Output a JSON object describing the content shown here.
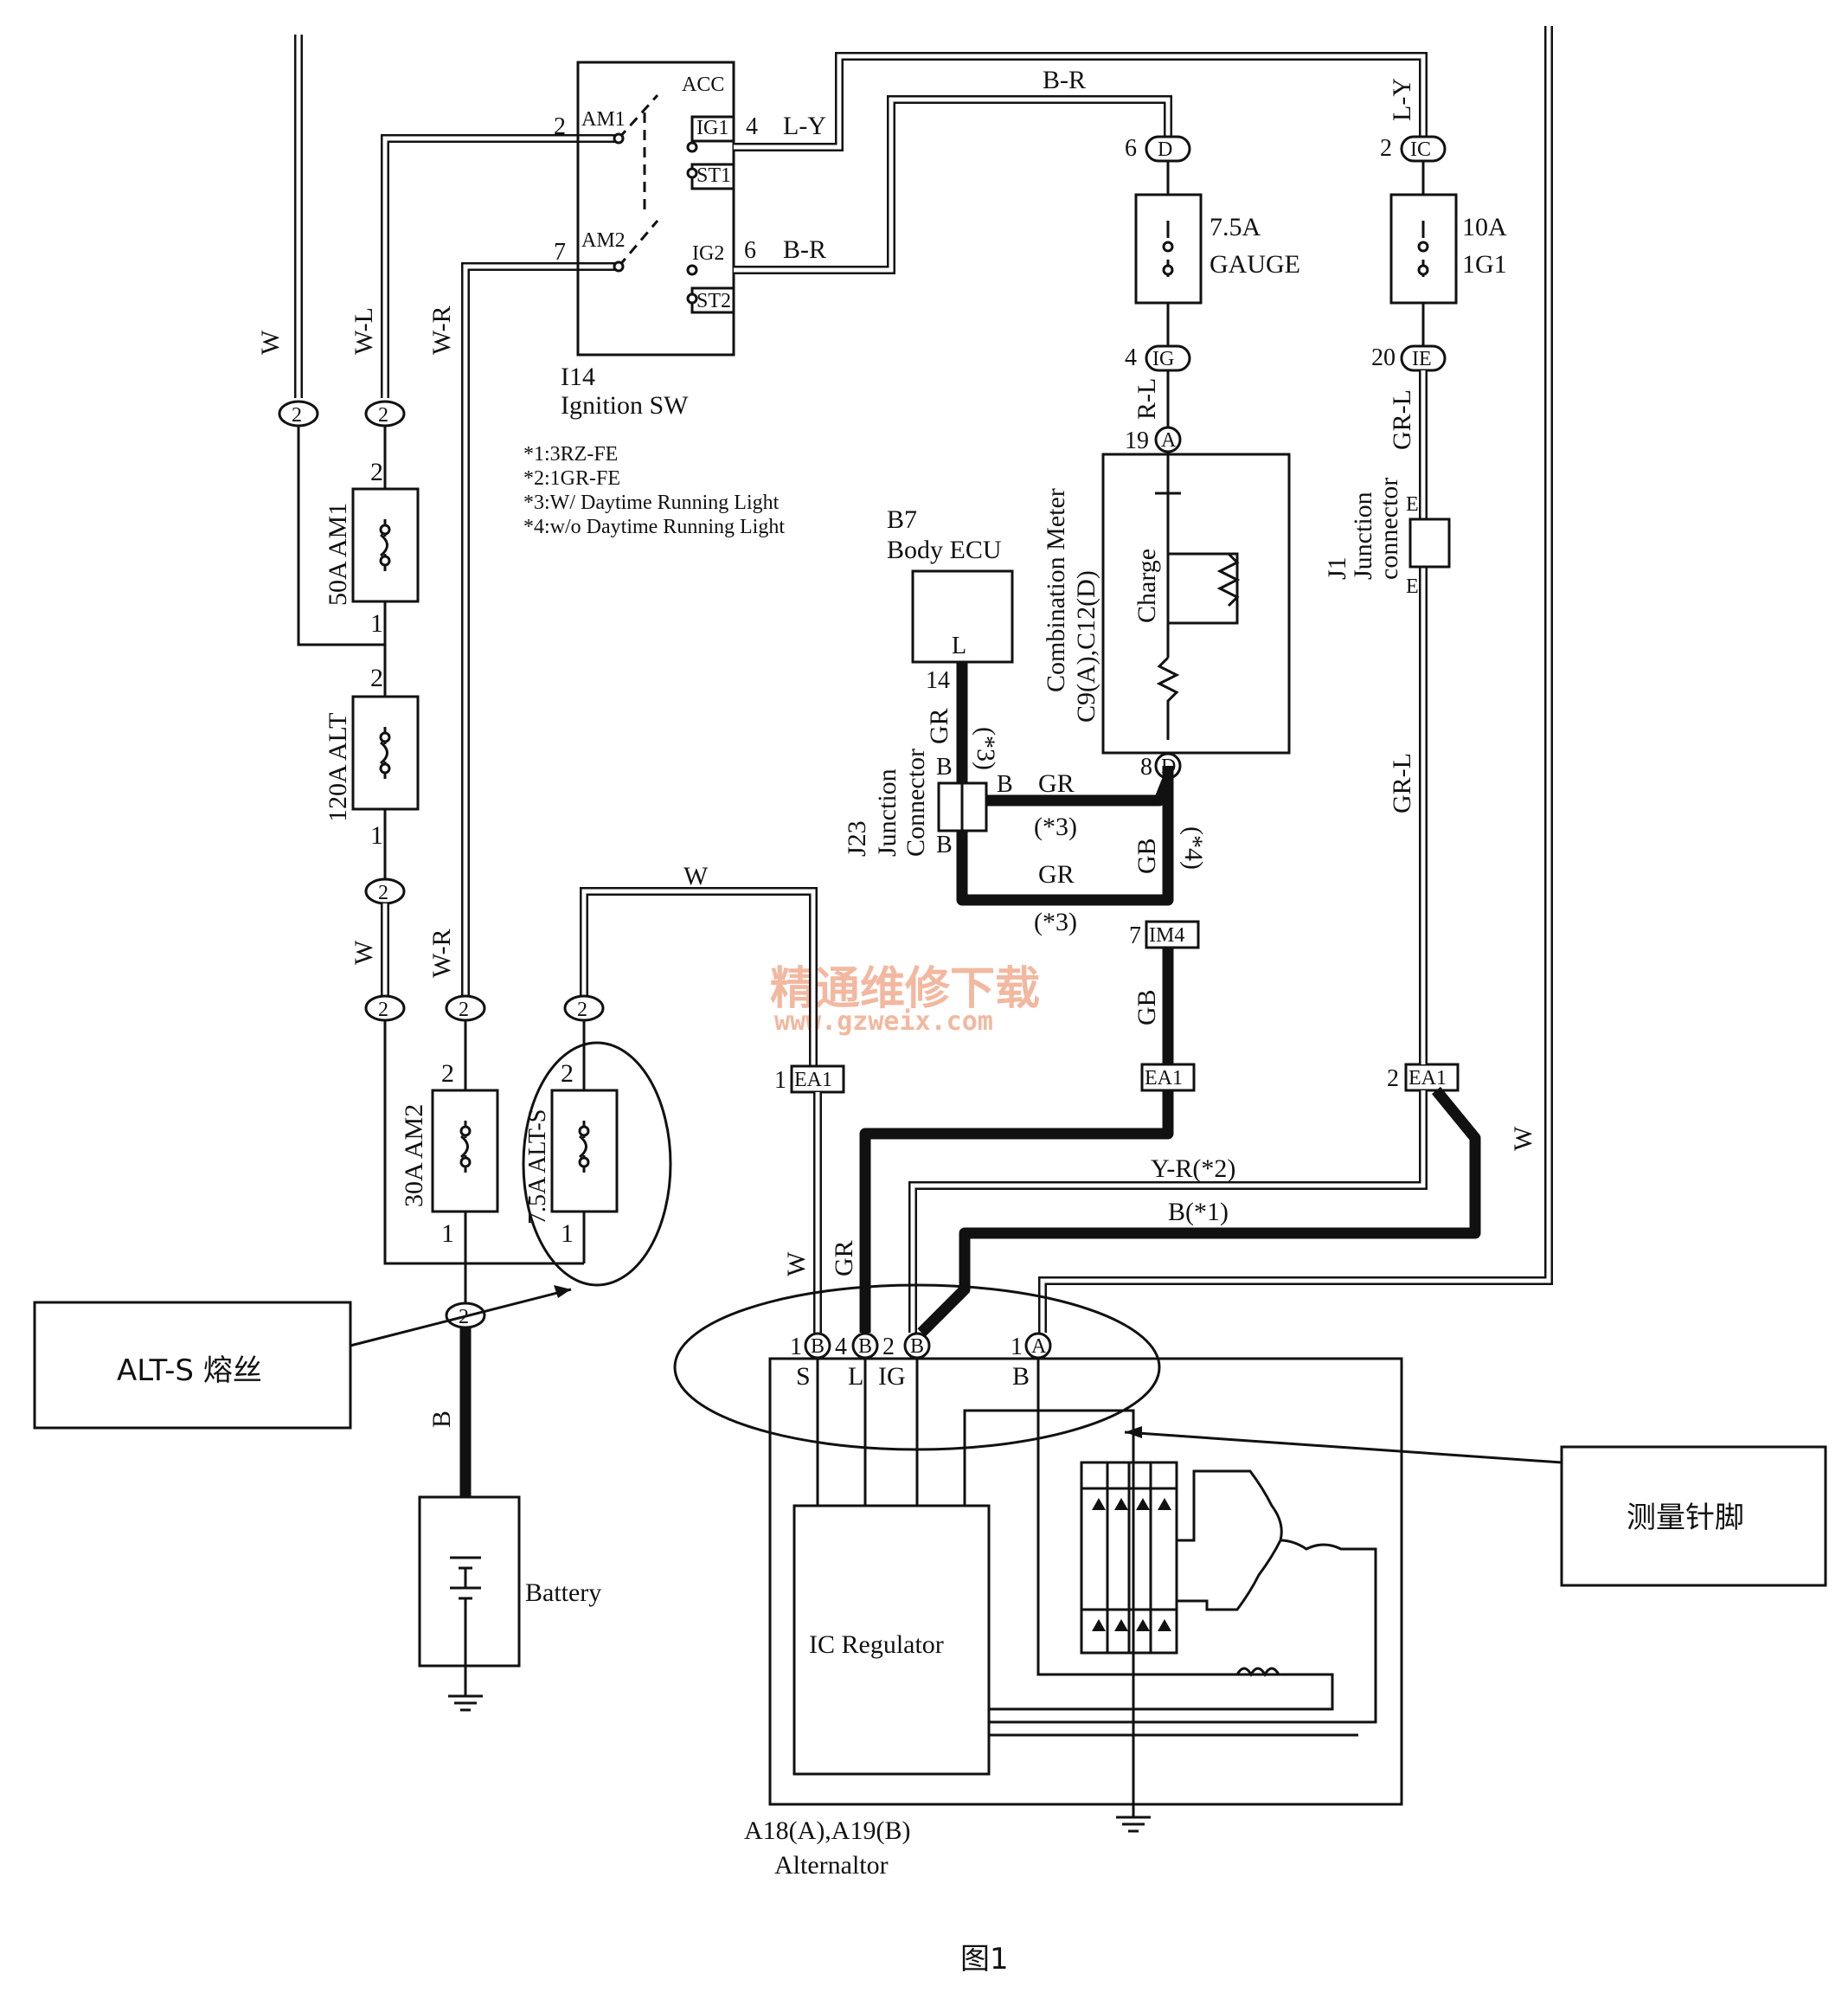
{
  "components": {
    "ignition_switch": {
      "id": "I14",
      "name": "Ignition SW",
      "terminals": [
        "AM1",
        "AM2",
        "ACC",
        "IG1",
        "ST1",
        "IG2",
        "ST2"
      ],
      "pins": [
        "2",
        "7",
        "4",
        "6"
      ]
    },
    "fuses": {
      "am1": {
        "rating": "50A AM1",
        "pin_top": "2",
        "pin_bottom": "1"
      },
      "alt": {
        "rating": "120A ALT",
        "pin_top": "2",
        "pin_bottom": "1"
      },
      "am2": {
        "rating": "30A AM2",
        "pin_top": "2",
        "pin_bottom": "1"
      },
      "alt_s": {
        "rating": "7.5A ALT-S",
        "pin_top": "2",
        "pin_bottom": "1"
      },
      "gauge": {
        "rating": "7.5A",
        "name": "GAUGE"
      },
      "ig1": {
        "rating": "10A",
        "name": "1G1"
      }
    },
    "body_ecu": {
      "id": "B7",
      "name": "Body ECU",
      "terminal": "L",
      "pin": "14"
    },
    "j23": {
      "id": "J23",
      "line1": "Junction",
      "line2": "Connector",
      "pin": "B"
    },
    "j1": {
      "id": "J1",
      "line1": "Junction",
      "line2": "connector",
      "pin": "E"
    },
    "meter": {
      "id": "C9(A),C12(D)",
      "name": "Combination Meter",
      "lamp": "Charge",
      "pin_top": "19",
      "conn_top": "A",
      "pin_bottom": "8",
      "conn_bottom": "D"
    },
    "battery": {
      "name": "Battery"
    },
    "alternator": {
      "id": "A18(A),A19(B)",
      "name": "Alternaltor",
      "regulator": "IC Regulator",
      "terminals": [
        "S",
        "L",
        "IG",
        "B"
      ],
      "pins": [
        "1",
        "4",
        "2",
        "1"
      ],
      "connectors": [
        "B",
        "B",
        "B",
        "A"
      ]
    }
  },
  "connectors": {
    "d": "D",
    "ig": "IG",
    "ic": "IC",
    "ie": "IE",
    "im4": "IM4",
    "ea1": "EA1",
    "two": "2",
    "pin_6": "6",
    "pin_4": "4",
    "pin_2": "2",
    "pin_20": "20",
    "pin_7": "7",
    "pin_1": "1"
  },
  "wires": {
    "w": "W",
    "wl": "W-L",
    "wr": "W-R",
    "ly": "L-Y",
    "br": "B-R",
    "rl": "R-L",
    "grl": "GR-L",
    "gr": "GR",
    "gb": "GB",
    "yr2": "Y-R(*2)",
    "b1": "B(*1)",
    "b": "B",
    "note3": "(*3)",
    "note4": "(*4)"
  },
  "notes": [
    "*1:3RZ-FE",
    "*2:1GR-FE",
    "*3:W/ Daytime Running Light",
    "*4:w/o Daytime Running Light"
  ],
  "callouts": {
    "alt_s_fuse": "ALT-S 熔丝",
    "measure_pin": "测量针脚"
  },
  "watermark": {
    "cn": "精通维修下载",
    "url": "www.gzweix.com"
  },
  "caption": "图1"
}
